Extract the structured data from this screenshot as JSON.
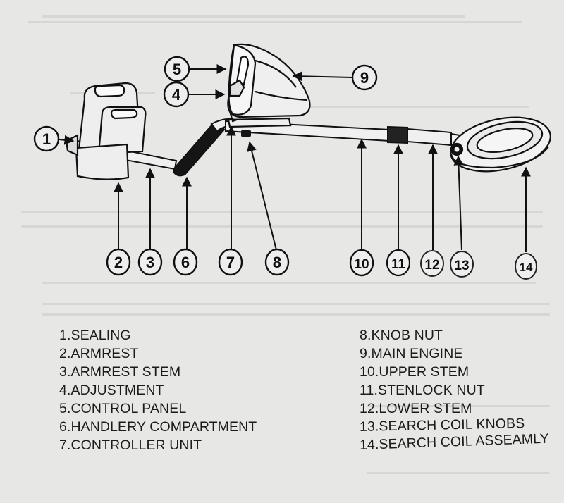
{
  "diagram": {
    "title": "Metal detector parts diagram",
    "callouts": [
      {
        "number": "1",
        "label": "SEALING"
      },
      {
        "number": "2",
        "label": "ARMREST"
      },
      {
        "number": "3",
        "label": "ARMREST STEM"
      },
      {
        "number": "4",
        "label": "ADJUSTMENT"
      },
      {
        "number": "5",
        "label": "CONTROL PANEL"
      },
      {
        "number": "6",
        "label": "HANDLERY COMPARTMENT"
      },
      {
        "number": "7",
        "label": "CONTROLLER UNIT"
      },
      {
        "number": "8",
        "label": "KNOB NUT"
      },
      {
        "number": "9",
        "label": "MAIN ENGINE"
      },
      {
        "number": "10",
        "label": "UPPER STEM"
      },
      {
        "number": "11",
        "label": "STENLOCK NUT"
      },
      {
        "number": "12",
        "label": "LOWER STEM"
      },
      {
        "number": "13",
        "label": "SEARCH COIL KNOBS"
      },
      {
        "number": "14",
        "label": "SEARCH COIL ASSEAMLY"
      }
    ]
  },
  "legend": {
    "left": [
      "1.SEALING",
      "2.ARMREST",
      "3.ARMREST STEM",
      "4.ADJUSTMENT",
      "5.CONTROL PANEL",
      "6.HANDLERY COMPARTMENT",
      "7.CONTROLLER UNIT"
    ],
    "right": [
      "8.KNOB NUT",
      "9.MAIN ENGINE",
      "10.UPPER STEM",
      "11.STENLOCK NUT",
      "12.LOWER STEM",
      "13.SEARCH COIL KNOBS",
      "14.SEARCH COIL ASSEAMLY"
    ]
  }
}
